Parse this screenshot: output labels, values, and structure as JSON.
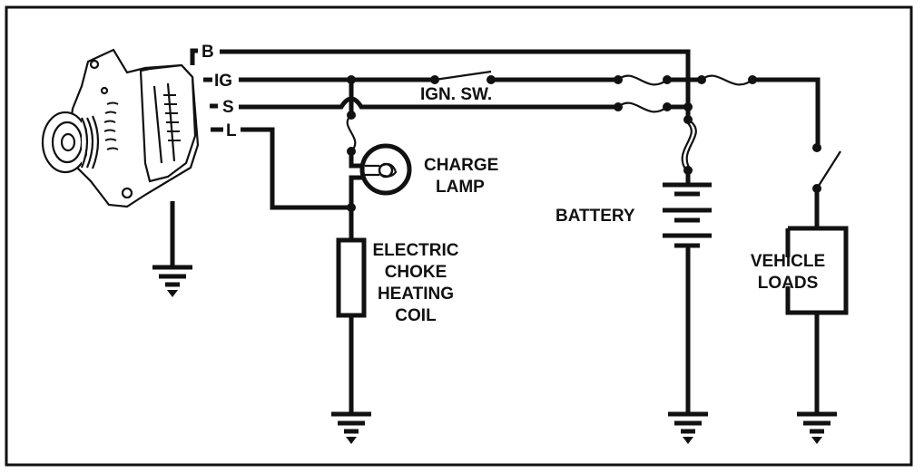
{
  "terminals": {
    "b": "B",
    "ig": "IG",
    "s": "S",
    "l": "L"
  },
  "labels": {
    "ignition_switch": "IGN. SW.",
    "charge_lamp": [
      "CHARGE",
      "LAMP"
    ],
    "battery": "BATTERY",
    "choke_coil": [
      "ELECTRIC",
      "CHOKE",
      "HEATING",
      "COIL"
    ],
    "vehicle_loads": [
      "VEHICLE",
      "LOADS"
    ]
  }
}
